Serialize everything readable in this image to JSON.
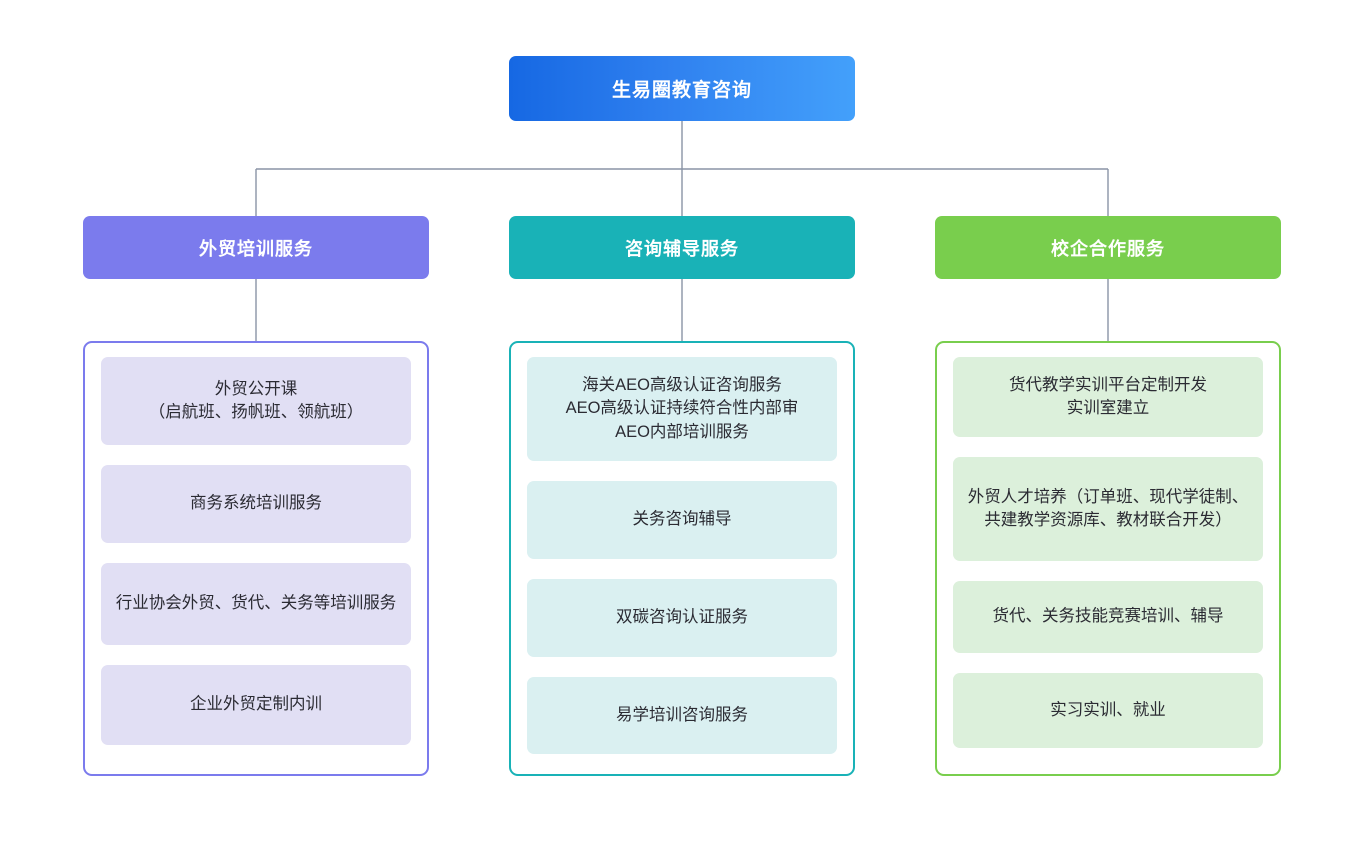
{
  "diagram": {
    "type": "organizational-tree",
    "root": {
      "label": "生易圈教育咨询",
      "color_start": "#1668e3",
      "color_end": "#43a0fb"
    },
    "connector_color": "#8a94a6",
    "branches": [
      {
        "header": "外贸培训服务",
        "accent": "#7b7bed",
        "card_bg": "#e1dff4",
        "items": [
          "外贸公开课\n（启航班、扬帆班、领航班）",
          "商务系统培训服务",
          "行业协会外贸、货代、关务等培训服务",
          "企业外贸定制内训"
        ]
      },
      {
        "header": "咨询辅导服务",
        "accent": "#19b2b7",
        "card_bg": "#daf0f1",
        "items": [
          "海关AEO高级认证咨询服务\nAEO高级认证持续符合性内部审\nAEO内部培训服务",
          "关务咨询辅导",
          "双碳咨询认证服务",
          "易学培训咨询服务"
        ]
      },
      {
        "header": "校企合作服务",
        "accent": "#79ce4d",
        "card_bg": "#dcf0db",
        "items": [
          "货代教学实训平台定制开发\n实训室建立",
          "外贸人才培养（订单班、现代学徒制、共建教学资源库、教材联合开发）",
          "货代、关务技能竞赛培训、辅导",
          "实习实训、就业"
        ]
      }
    ]
  }
}
